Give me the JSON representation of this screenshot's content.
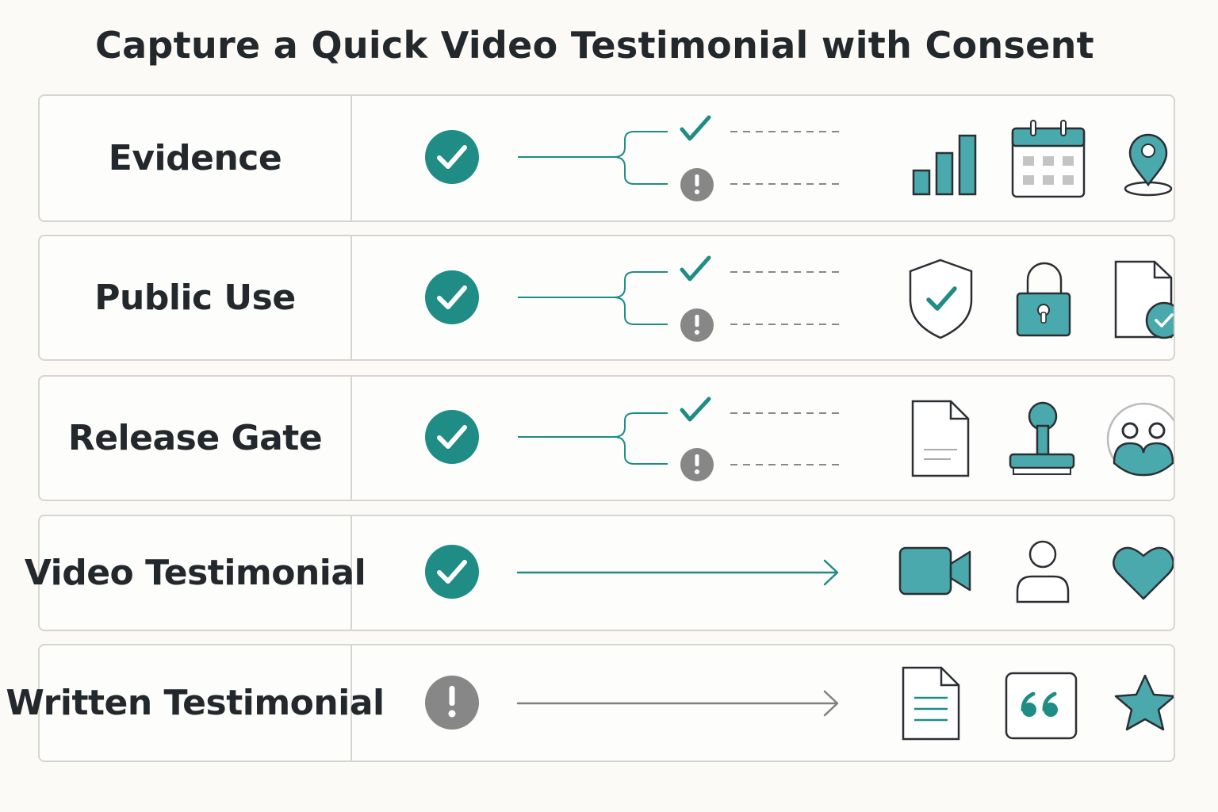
{
  "title": "Capture a Quick Video Testimonial with Consent",
  "colors": {
    "teal": "#1f8c86",
    "teal_light": "#4aa9ac",
    "gray": "#878787",
    "outline": "#2b2f33"
  },
  "rows": [
    {
      "label": "Evidence",
      "status": "check",
      "flow": "branch",
      "icons": [
        "bar-chart-icon",
        "calendar-icon",
        "location-pin-icon"
      ]
    },
    {
      "label": "Public Use",
      "status": "check",
      "flow": "branch",
      "icons": [
        "shield-check-icon",
        "padlock-icon",
        "document-check-icon"
      ]
    },
    {
      "label": "Release Gate",
      "status": "check",
      "flow": "branch",
      "icons": [
        "document-icon",
        "stamp-icon",
        "group-avatar-icon"
      ]
    },
    {
      "label": "Video Testimonial",
      "status": "check",
      "flow": "arrow",
      "icons": [
        "video-camera-icon",
        "person-icon",
        "heart-icon"
      ]
    },
    {
      "label": "Written Testimonial",
      "status": "warning",
      "flow": "arrow",
      "icons": [
        "text-document-icon",
        "quote-icon",
        "star-icon"
      ]
    }
  ]
}
